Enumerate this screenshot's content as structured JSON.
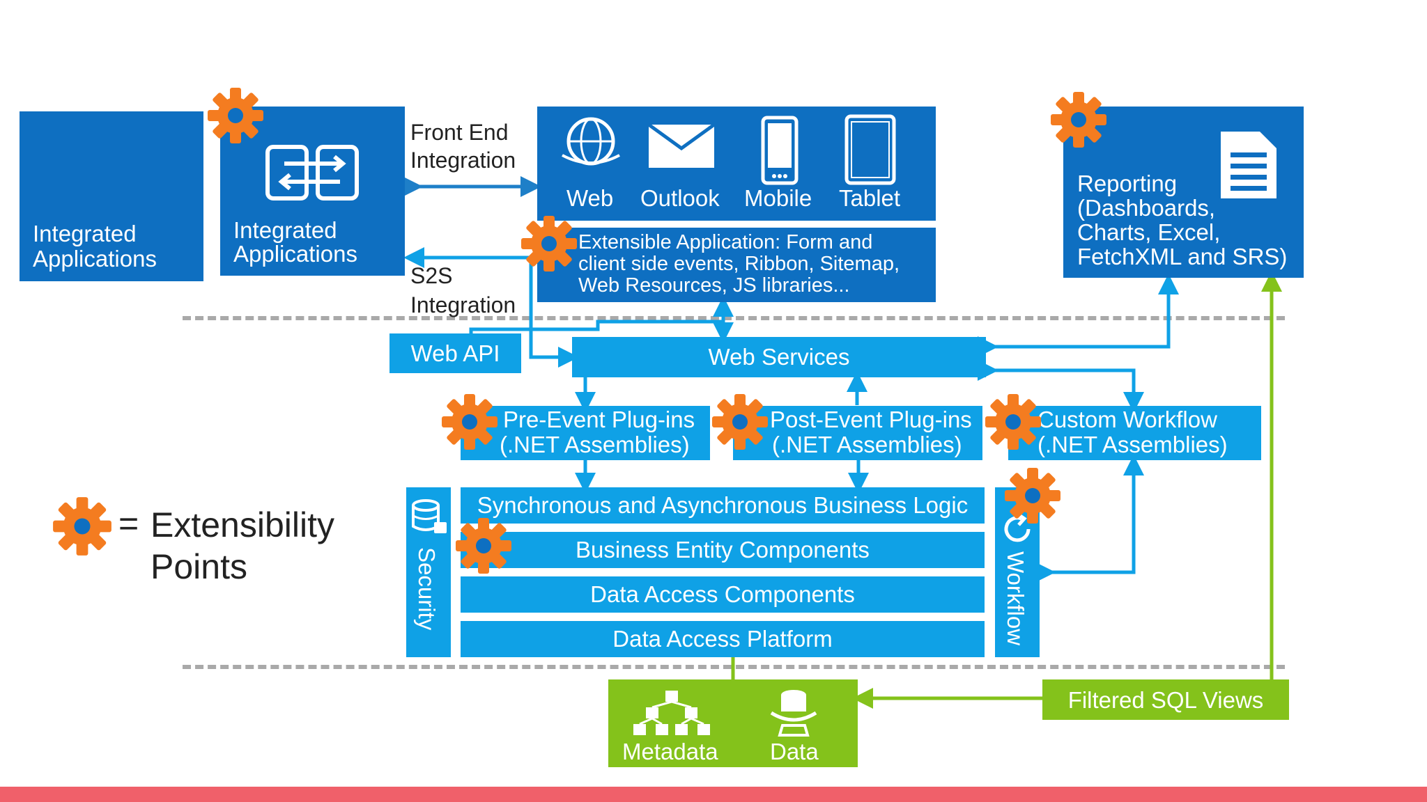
{
  "left_box": {
    "label_line1": "Integrated",
    "label_line2": "Applications"
  },
  "integrated_apps": {
    "label_line1": "Integrated",
    "label_line2": "Applications",
    "icon": "sync-arrows-icon"
  },
  "front_end": {
    "line1": "Front End",
    "line2": "Integration"
  },
  "s2s": {
    "line1": "S2S",
    "line2": "Integration"
  },
  "clients": [
    {
      "label": "Web",
      "icon": "globe-icon"
    },
    {
      "label": "Outlook",
      "icon": "envelope-icon"
    },
    {
      "label": "Mobile",
      "icon": "phone-icon"
    },
    {
      "label": "Tablet",
      "icon": "tablet-icon"
    }
  ],
  "extensible_app": {
    "line1": "Extensible Application: Form and",
    "line2": "client side events, Ribbon, Sitemap,",
    "line3": "Web Resources, JS libraries..."
  },
  "reporting": {
    "line1": "Reporting",
    "line2": "(Dashboards,",
    "line3": "Charts, Excel,",
    "line4": "FetchXML and SRS)",
    "icon": "document-icon"
  },
  "web_api": "Web API",
  "web_services": "Web Services",
  "plugins": {
    "pre": {
      "line1": "Pre-Event Plug-ins",
      "line2": "(.NET Assemblies)"
    },
    "post": {
      "line1": "Post-Event Plug-ins",
      "line2": "(.NET Assemblies)"
    },
    "custom": {
      "line1": "Custom Workflow",
      "line2": "(.NET Assemblies)"
    }
  },
  "layers": [
    "Synchronous and Asynchronous Business Logic",
    "Business Entity Components",
    "Data Access Components",
    "Data Access Platform"
  ],
  "security": {
    "label": "Security",
    "icon": "database-lock-icon"
  },
  "workflow": {
    "label": "Workflow",
    "icon": "refresh-icon"
  },
  "storage": {
    "metadata": {
      "label": "Metadata",
      "icon": "hierarchy-icon"
    },
    "data": {
      "label": "Data",
      "icon": "database-icon"
    }
  },
  "filtered_sql": "Filtered SQL Views",
  "legend": {
    "symbol": "=",
    "line1": "Extensibility",
    "line2": "Points",
    "icon": "gear-icon"
  },
  "colors": {
    "dark_blue": "#0e6fc1",
    "light_blue": "#0fa1e6",
    "green": "#84c21b",
    "gear": "#f47c20",
    "footer": "#f0606a"
  }
}
